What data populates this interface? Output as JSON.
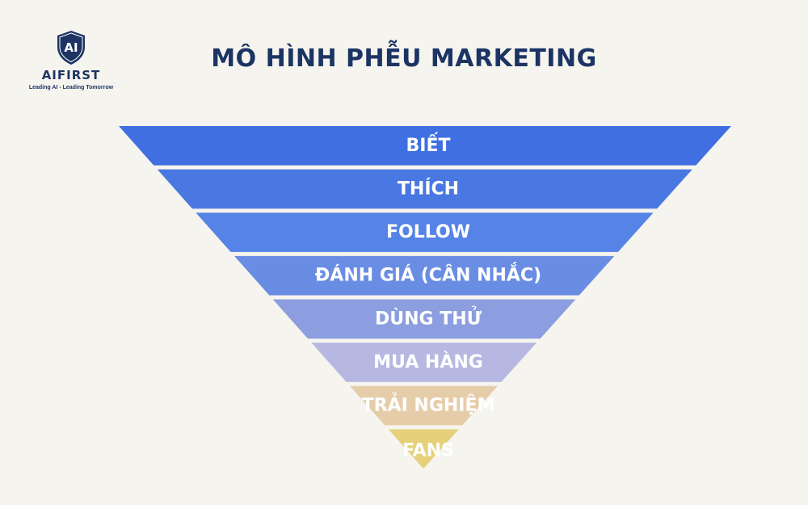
{
  "logo": {
    "mark": "AI",
    "name": "AIFIRST",
    "tagline": "Leading AI - Leading Tomorrow",
    "color": "#1d3463"
  },
  "title": "MÔ HÌNH PHỄU MARKETING",
  "funnel": {
    "levels": [
      {
        "label": "BIẾT",
        "color": "#3f6fe0",
        "text_color": "#ffffff"
      },
      {
        "label": "THÍCH",
        "color": "#4a78e2",
        "text_color": "#ffffff"
      },
      {
        "label": "FOLLOW",
        "color": "#5583e6",
        "text_color": "#ffffff"
      },
      {
        "label": "ĐÁNH GIÁ (CÂN NHẮC)",
        "color": "#6a8de4",
        "text_color": "#ffffff"
      },
      {
        "label": "DÙNG THỬ",
        "color": "#8c9ee0",
        "text_color": "#ffffff"
      },
      {
        "label": "MUA HÀNG",
        "color": "#b6b8e2",
        "text_color": "#ffffff"
      },
      {
        "label": "TRẢI NGHIỆM",
        "color": "#e6cdaa",
        "text_color": "#ffffff"
      },
      {
        "label": "FANS",
        "color": "#e6d17a",
        "text_color": "#ffffff"
      }
    ]
  }
}
